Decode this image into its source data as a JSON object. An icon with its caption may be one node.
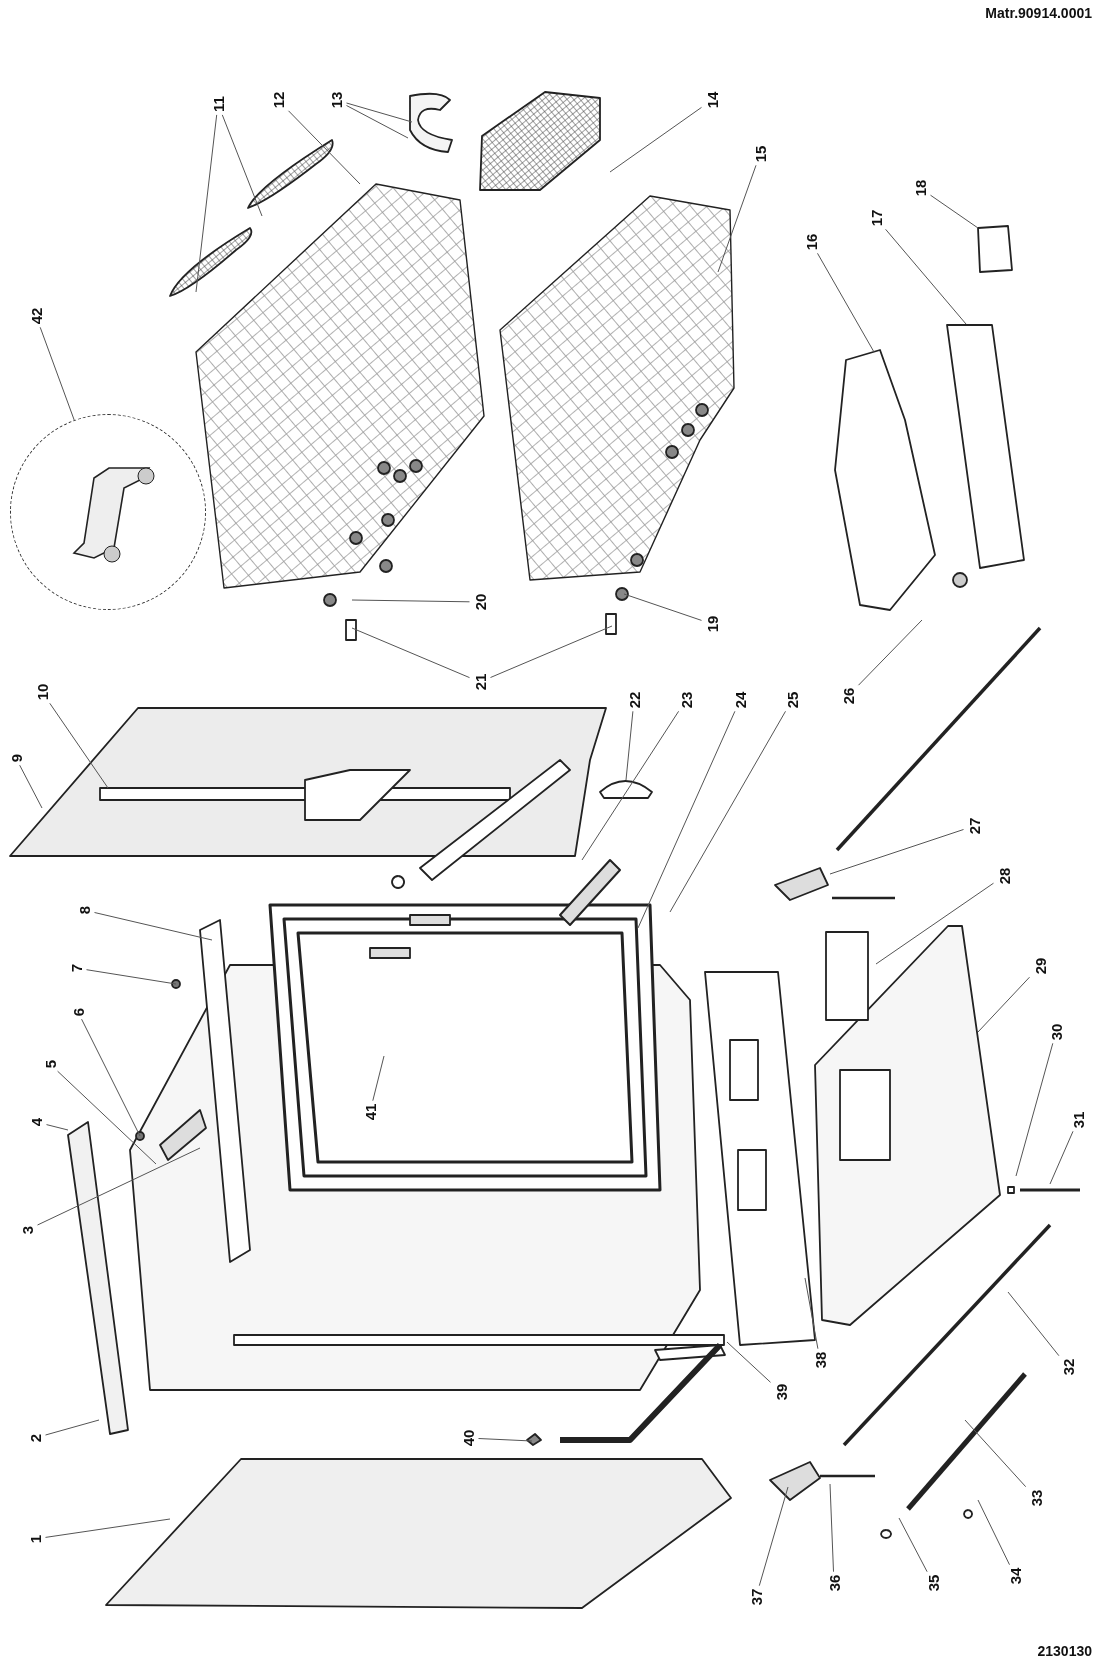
{
  "diagram": {
    "nodes": [
      {
        "text": [
          "1"
        ]
      },
      {
        "text": [
          "2"
        ]
      },
      {
        "text": [
          "3"
        ]
      },
      {
        "text": [
          "4"
        ]
      },
      {
        "text": [
          "5"
        ]
      },
      {
        "text": [
          "6"
        ]
      },
      {
        "text": [
          "7"
        ]
      },
      {
        "text": [
          "8"
        ]
      },
      {
        "text": [
          "9"
        ]
      },
      {
        "text": [
          "10"
        ]
      },
      {
        "text": [
          "11"
        ]
      },
      {
        "text": [
          "12"
        ]
      },
      {
        "text": [
          "13"
        ]
      },
      {
        "text": [
          "14"
        ]
      },
      {
        "text": [
          "15"
        ]
      },
      {
        "text": [
          "16"
        ]
      },
      {
        "text": [
          "17"
        ]
      },
      {
        "text": [
          "18"
        ]
      },
      {
        "text": [
          "19"
        ]
      },
      {
        "text": [
          "20"
        ]
      },
      {
        "text": [
          "21"
        ]
      },
      {
        "text": [
          "22"
        ]
      },
      {
        "text": [
          "23"
        ]
      },
      {
        "text": [
          "24"
        ]
      },
      {
        "text": [
          "25"
        ]
      },
      {
        "text": [
          "26"
        ]
      },
      {
        "text": [
          "27"
        ]
      },
      {
        "text": [
          "28"
        ]
      },
      {
        "text": [
          "29"
        ]
      },
      {
        "text": [
          "30"
        ]
      },
      {
        "text": [
          "31"
        ]
      },
      {
        "text": [
          "32"
        ]
      },
      {
        "text": [
          "33"
        ]
      },
      {
        "text": [
          "34"
        ]
      },
      {
        "text": [
          "35"
        ]
      },
      {
        "text": [
          "36"
        ]
      },
      {
        "text": [
          "37"
        ]
      },
      {
        "text": [
          "38"
        ]
      },
      {
        "text": [
          "39"
        ]
      },
      {
        "text": [
          "40"
        ]
      },
      {
        "text": [
          "41"
        ]
      },
      {
        "text": [
          "42"
        ]
      },
      {
        "text": [],
        "shape": "circle"
      }
    ],
    "edges": [
      {
        "from": 0,
        "to": null,
        "arrow": "none"
      },
      {
        "from": 1,
        "to": null,
        "arrow": "none"
      },
      {
        "from": 2,
        "to": null,
        "arrow": "none"
      },
      {
        "from": 3,
        "to": null,
        "arrow": "none"
      },
      {
        "from": 4,
        "to": null,
        "arrow": "none"
      },
      {
        "from": 5,
        "to": null,
        "arrow": "none"
      },
      {
        "from": 6,
        "to": null,
        "arrow": "none"
      },
      {
        "from": 7,
        "to": null,
        "arrow": "none"
      },
      {
        "from": 8,
        "to": null,
        "arrow": "none"
      },
      {
        "from": 9,
        "to": null,
        "arrow": "none"
      },
      {
        "from": 10,
        "to": null,
        "arrow": "none"
      },
      {
        "from": 10,
        "to": null,
        "arrow": "none"
      },
      {
        "from": 11,
        "to": null,
        "arrow": "none"
      },
      {
        "from": 12,
        "to": null,
        "arrow": "none"
      },
      {
        "from": 12,
        "to": null,
        "arrow": "none"
      },
      {
        "from": 13,
        "to": null,
        "arrow": "none"
      },
      {
        "from": 14,
        "to": null,
        "arrow": "none"
      },
      {
        "from": 15,
        "to": null,
        "arrow": "none"
      },
      {
        "from": 16,
        "to": null,
        "arrow": "none"
      },
      {
        "from": 17,
        "to": null,
        "arrow": "none"
      },
      {
        "from": 18,
        "to": null,
        "arrow": "none"
      },
      {
        "from": 19,
        "to": null,
        "arrow": "none"
      },
      {
        "from": 20,
        "to": null,
        "arrow": "none"
      },
      {
        "from": 20,
        "to": null,
        "arrow": "none"
      },
      {
        "from": 21,
        "to": null,
        "arrow": "none"
      },
      {
        "from": 22,
        "to": null,
        "arrow": "none"
      },
      {
        "from": 23,
        "to": null,
        "arrow": "none"
      },
      {
        "from": 24,
        "to": null,
        "arrow": "none"
      },
      {
        "from": 25,
        "to": null,
        "arrow": "none"
      },
      {
        "from": 26,
        "to": null,
        "arrow": "none"
      },
      {
        "from": 27,
        "to": null,
        "arrow": "none"
      },
      {
        "from": 28,
        "to": null,
        "arrow": "none"
      },
      {
        "from": 29,
        "to": null,
        "arrow": "none"
      },
      {
        "from": 30,
        "to": null,
        "arrow": "none"
      },
      {
        "from": 31,
        "to": null,
        "arrow": "none"
      },
      {
        "from": 32,
        "to": null,
        "arrow": "none"
      },
      {
        "from": 33,
        "to": null,
        "arrow": "none"
      },
      {
        "from": 34,
        "to": null,
        "arrow": "none"
      },
      {
        "from": 35,
        "to": null,
        "arrow": "none"
      },
      {
        "from": 36,
        "to": null,
        "arrow": "none"
      },
      {
        "from": 37,
        "to": null,
        "arrow": "none"
      },
      {
        "from": 38,
        "to": null,
        "arrow": "none"
      },
      {
        "from": 39,
        "to": null,
        "arrow": "none"
      },
      {
        "from": 40,
        "to": null,
        "arrow": "none"
      },
      {
        "from": 41,
        "to": 42,
        "arrow": "none"
      }
    ],
    "labels": [
      "Matr.90914.0001",
      "2130130"
    ]
  }
}
